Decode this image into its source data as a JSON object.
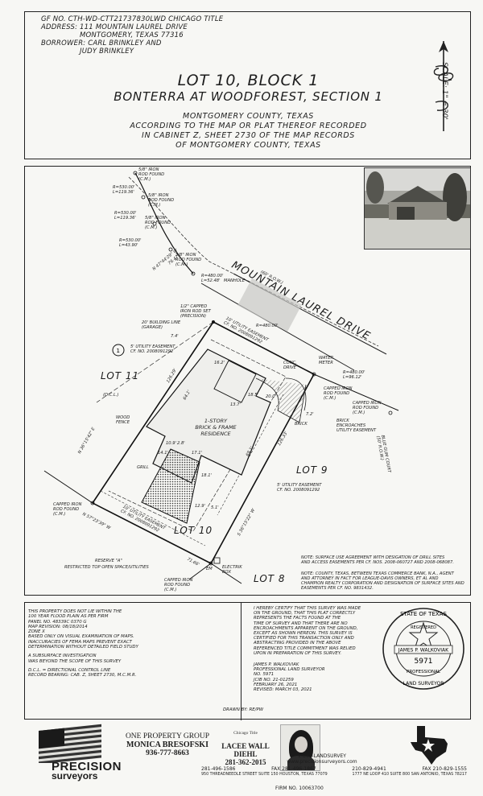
{
  "header": {
    "gf_line": "GF NO. CTH-WD-CTT21737830LWD CHICAGO TITLE",
    "address_line1": "ADDRESS: 111 MOUNTAIN LAUREL DRIVE",
    "address_line2": "MONTGOMERY, TEXAS 77316",
    "borrower_line1": "BORROWER: CARL BRINKLEY AND",
    "borrower_line2": "JUDY BRINKLEY",
    "scale": "SCALE: 1\" = 30'",
    "title": "LOT 10, BLOCK 1",
    "subtitle": "BONTERRA AT WOODFOREST, SECTION 1",
    "county": "MONTGOMERY COUNTY, TEXAS",
    "desc1": "ACCORDING TO THE MAP OR PLAT THEREOF RECORDED",
    "desc2": "IN CABINET Z, SHEET 2730 OF THE MAP RECORDS",
    "desc3": "OF MONTGOMERY COUNTY, TEXAS"
  },
  "plat": {
    "street": "MOUNTAIN LAUREL DRIVE",
    "row": "(60' R.O.W.)",
    "lots": [
      "LOT 11",
      "LOT 9",
      "LOT 10",
      "LOT 8"
    ],
    "house_lines": [
      "1-STORY",
      "BRICK & FRAME",
      "RESIDENCE"
    ],
    "labels": {
      "rod1": "5/8\" IRON",
      "rod1b": "ROD FOUND",
      "rod1c": "(C.M.)",
      "curve1a": "R=530.00'",
      "curve1b": "L=119.36'",
      "curve2a": "R=530.00'",
      "curve2b": "L=119.36'",
      "curve3a": "R=530.00'",
      "curve3b": "L=43.90'",
      "curve4a": "R=480.00'",
      "curve4b": "L=52.48'",
      "manhole": "MANHOLE",
      "capped_set": "1/2\" CAPPED",
      "capped_set2": "IRON ROD SET",
      "capped_set3": "(PRECISION)",
      "bldg_line": "20' BUILDING LINE",
      "bldg_line2": "(GARAGE)",
      "ue5": "5' UTILITY EASEMENT",
      "ue5b": "CF. NO. 2008091292",
      "ue10": "10' UTILITY EASEMENT",
      "ue10b": "CF. NO. 2008091292",
      "dcl": "(D.C.L.)",
      "wood_fence": "WOOD",
      "wood_fence2": "FENCE",
      "grill": "GRILL",
      "conc_drive": "CONC.",
      "conc_drive2": "DRIVE",
      "water_meter": "WATER",
      "water_meter2": "METER",
      "curve5a": "R=480.00'",
      "curve5b": "L=96.12'",
      "capped_rod": "CAPPED IRON",
      "capped_rod2": "ROD FOUND",
      "capped_rod3": "(C.M.)",
      "capped_rod4": "CAPPED IRON",
      "capped_rod5": "ROD FOUND",
      "capped_rod6": "(C.M.)",
      "brick": "BRICK",
      "brick_enc": "BRICK",
      "brick_enc2": "ENCROACHES",
      "brick_enc3": "UTILITY EASEMENT",
      "blue_gum": "BLUE GUM COURT",
      "blue_gum2": "(50' R.O.W.)",
      "ue5_2": "5' UTILITY EASEMENT",
      "ue5_2b": "CF. NO. 2008091292",
      "capped_left": "CAPPED IRON",
      "capped_left2": "ROD FOUND",
      "capped_left3": "(C.M.)",
      "reserve": "RESERVE \"A\"",
      "reserve2": "RESTRICTED TOP OPEN SPACE/UTILITIES",
      "capped_bottom": "CAPPED IRON",
      "capped_bottom2": "ROD FOUND",
      "capped_bottom3": "(C.M.)",
      "elec_box": "ELECTRIK",
      "elec_box2": "BOX",
      "em": "EM",
      "bearing1": "N 36°15'42\" E",
      "bearing2": "N 57°23'39\" W",
      "bearing3": "S 36°15'22\" W",
      "bearing4": "N 47°44'29\" W",
      "dist1": "126.29'",
      "dist2": "71.66'",
      "dist3": "126.33'",
      "dist4": "76.47'",
      "d_a": "16.2'",
      "d_b": "64.1'",
      "d_c": "13.7'",
      "d_d": "20.0'",
      "d_e": "18.5'",
      "d_f": "7.2'",
      "d_g": "2.8'",
      "d_h": "12.9'",
      "d_i": "5.1'",
      "d_j": "18.1'",
      "d_k": "14.1'",
      "d_l": "10.9'",
      "d_m": "7.4'",
      "d_n": "17.1'",
      "d_o": "69.1'",
      "note1": "NOTE: SURFACE USE AGREEMENT WITH DESIGATION OF DRILL SITES",
      "note1b": "AND ACCESS EASEMENTS PER CF. NOS. 2008-060727 AND 2008-068087.",
      "note2": "NOTE: COUNTY, TEXAS, BETWEEN TEXAS COMMERCE BANK, N.A., AGENT",
      "note2b": "AND ATTORNEY IN FACT FOR LEAGUE-DAVIS OWNERS, ET AL AND",
      "note2c": "CHAMPION REALTY CORPORATION AND DESIGNATION OF SURFACE SITES AND",
      "note2d": "EASEMENTS PER CF. NO. 9831432.",
      "circle_num": "1"
    }
  },
  "notes": {
    "flood1": "THIS PROPERTY DOES NOT LIE WITHIN THE",
    "flood2": "100 YEAR FLOOD PLAIN AS PER FIRM",
    "flood3": "PANEL NO. 48339C 0370 G",
    "flood4": "MAP REVISION: 08/18/2014",
    "flood5": "ZONE X",
    "flood6": "BASED ONLY ON VISUAL EXAMINATION OF MAPS.",
    "flood7": "INACCURACIES OF FEMA MAPS PREVENT EXACT",
    "flood8": "DETERMINATION WITHOUT DETAILED FIELD STUDY",
    "sub1": "A SUBSURFACE INVESTIGATION",
    "sub2": "WAS BEYOND THE SCOPE OF THIS SURVEY",
    "dcl1": "D.C.L. = DIRECTIONAL CONTROL LINE",
    "dcl2": "RECORD BEARING: CAB. Z, SHEET 2730, M.C.M.R.",
    "drawn": "DRAWN BY: RE/PW",
    "cert1": "I HEREBY CERTIFY THAT THIS SURVEY WAS MADE",
    "cert2": "ON THE GROUND, THAT THIS PLAT CORRECTLY",
    "cert3": "REPRESENTS THE FACTS FOUND AT THE",
    "cert4": "TIME OF SURVEY AND THAT THERE ARE NO",
    "cert5": "ENCROACHMENTS APPARENT ON THE GROUND,",
    "cert6": "EXCEPT AS SHOWN HEREON. THIS SURVEY IS",
    "cert7": "CERTIFIED FOR THIS TRANSACTION ONLY AND",
    "cert8": "ABSTRACTING PROVIDED IN THE ABOVE",
    "cert9": "REFERENCED TITLE COMMITMENT WAS RELIED",
    "cert10": "UPON IN PREPARATION OF THIS SURVEY.",
    "sig1": "JAMES P. WALKOVIAK",
    "sig2": "PROFESSIONAL LAND SURVEYOR",
    "sig3": "NO. 5971",
    "sig4": "JCIB NO. 21-01259",
    "sig5": "FEBRUARY 26, 2021",
    "sig6": "REVISED: MARCH 03, 2021",
    "seal_top": "STATE OF TEXAS",
    "seal_reg": "REGISTERED",
    "seal_name": "JAMES P. WALKOVIAK",
    "seal_num": "5971",
    "seal_prof": "PROFESSIONAL",
    "seal_bottom": "LAND SURVEYOR"
  },
  "footer": {
    "ad1_a": "ONE PROPERTY GROUP",
    "ad1_b": "MONICA BRESOFSKI",
    "ad1_c": "936-777-8663",
    "ad2_logo": "Chicago Title",
    "ad2_n1": "LACEE WALL",
    "ad2_n2": "DIEHL",
    "ad2_ph": "281-362-2015",
    "logo1": "PRECISION",
    "logo2": "surveyors",
    "phone_center": "1-800-LANDSURVEY",
    "web": "www.precisionsurveyors.com",
    "ph1": "281-496-1586",
    "ph2": "FAX 281-496-1867",
    "ph3": "210-829-4941",
    "ph4": "FAX 210-829-1555",
    "addr1": "950 THREADNEEDLE STREET SUITE 150 HOUSTON, TEXAS 77079",
    "addr2": "1777 NE LOOP 410 SUITE 800 SAN ANTONIO, TEXAS 78217",
    "firm": "FIRM NO. 10063700"
  }
}
